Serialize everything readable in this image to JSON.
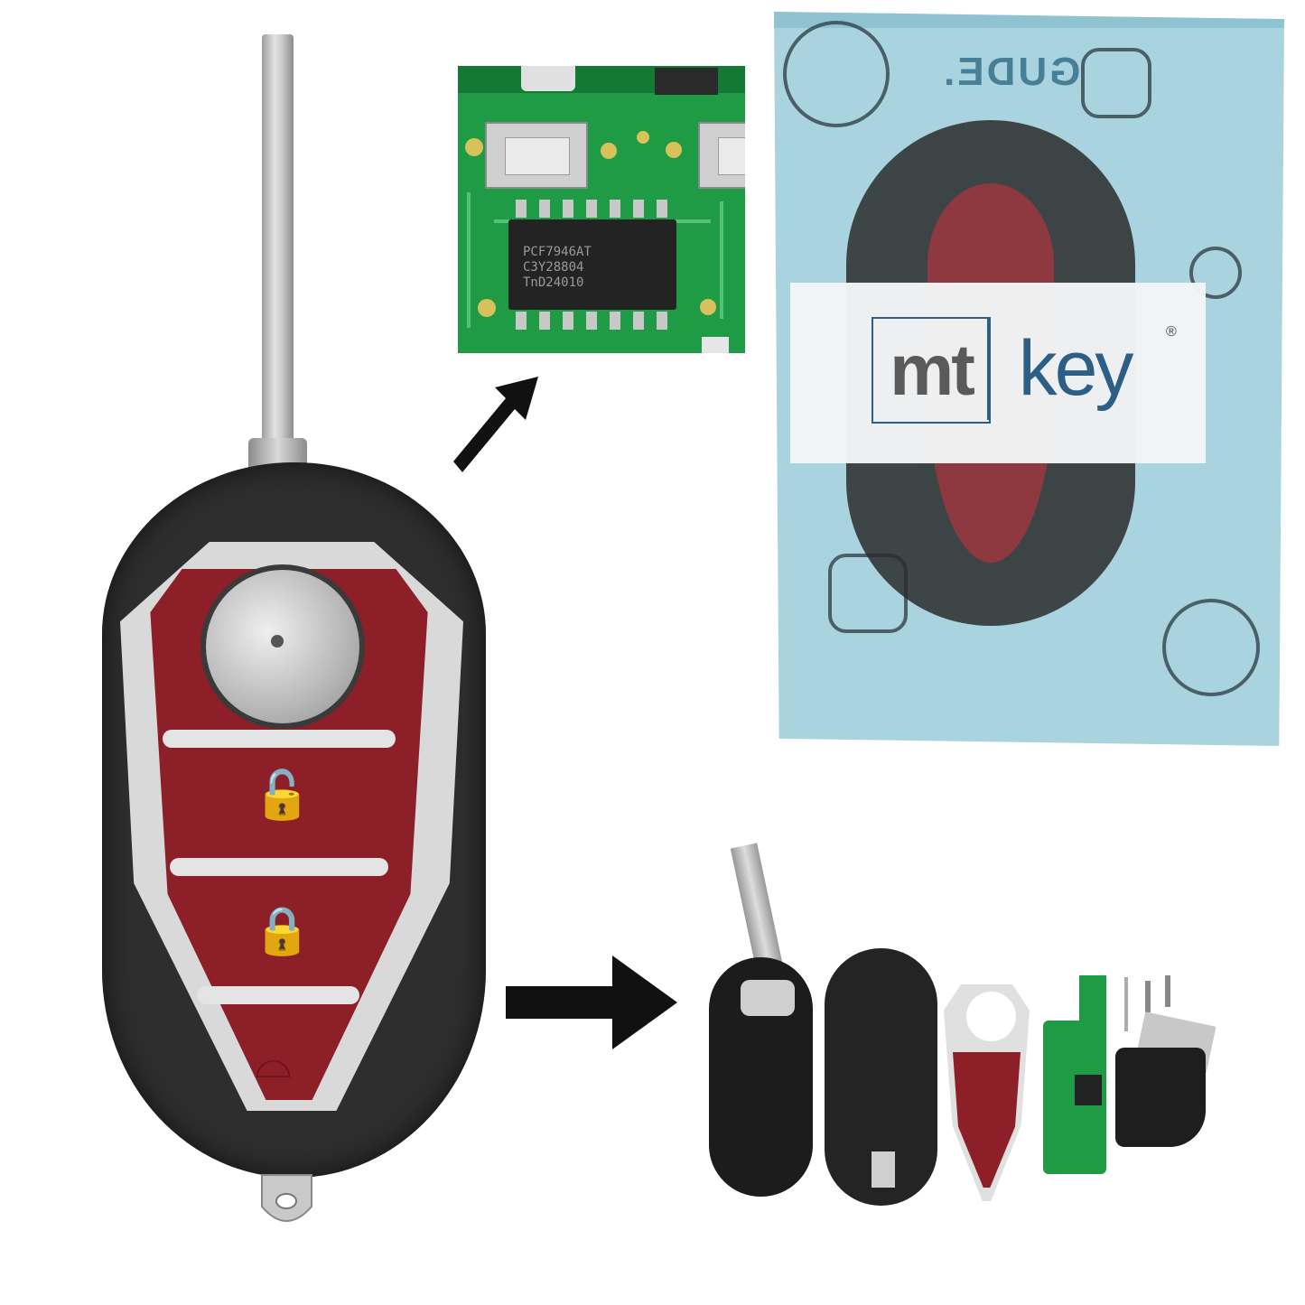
{
  "chip": {
    "line1": "PCF7946AT",
    "line2": "C3Y28804",
    "line3": "TnD24010"
  },
  "packaging": {
    "brand_partial": "GUDE.",
    "logo_mt": "mt",
    "logo_key": "key",
    "logo_registered": "®",
    "colors": {
      "bag": "#a9d4df",
      "logo_blue": "#2d5f86",
      "logo_grey": "#5a5a5a"
    }
  },
  "fob": {
    "buttons": [
      "unlock-icon",
      "lock-icon",
      "trunk-icon"
    ],
    "colors": {
      "body": "#2e2e2e",
      "shield": "#8c1f27",
      "frame": "#d9d9d9"
    }
  },
  "icons": {
    "unlock": "🔓",
    "lock": "🔒",
    "trunk": "⌓"
  }
}
